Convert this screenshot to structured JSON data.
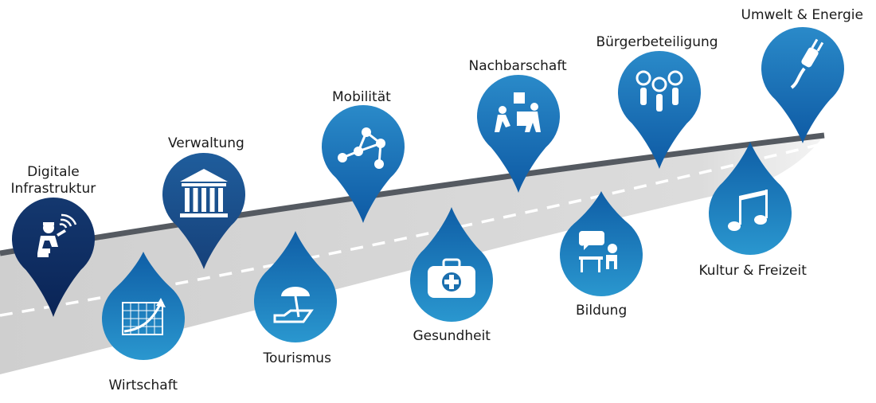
{
  "road": {
    "colors": {
      "surface": "#d0d0d0",
      "edge": "#555a61",
      "dash": "#ffffff"
    }
  },
  "colors": {
    "dark_navy": "#0c2c63",
    "navy": "#1a4e8c",
    "blue": "#1264ad",
    "teal": "#1a80bd",
    "icon": "#ffffff"
  },
  "markers": [
    {
      "id": "digitale-infrastruktur",
      "label_lines": [
        "Digitale",
        "Infrastruktur"
      ],
      "direction": "down",
      "icon": "technician-wifi-icon",
      "color": "dark_navy"
    },
    {
      "id": "wirtschaft",
      "label_lines": [
        "Wirtschaft"
      ],
      "direction": "up",
      "icon": "growth-chart-icon",
      "color": "teal"
    },
    {
      "id": "verwaltung",
      "label_lines": [
        "Verwaltung"
      ],
      "direction": "down",
      "icon": "building-columns-icon",
      "color": "navy"
    },
    {
      "id": "tourismus",
      "label_lines": [
        "Tourismus"
      ],
      "direction": "up",
      "icon": "beach-umbrella-icon",
      "color": "teal"
    },
    {
      "id": "mobilitaet",
      "label_lines": [
        "Mobilität"
      ],
      "direction": "down",
      "icon": "network-nodes-icon",
      "color": "blue"
    },
    {
      "id": "gesundheit",
      "label_lines": [
        "Gesundheit"
      ],
      "direction": "up",
      "icon": "first-aid-kit-icon",
      "color": "teal"
    },
    {
      "id": "nachbarschaft",
      "label_lines": [
        "Nachbarschaft"
      ],
      "direction": "down",
      "icon": "people-helping-icon",
      "color": "blue"
    },
    {
      "id": "bildung",
      "label_lines": [
        "Bildung"
      ],
      "direction": "up",
      "icon": "student-desk-icon",
      "color": "teal"
    },
    {
      "id": "buergerbeteiligung",
      "label_lines": [
        "Bürgerbeteiligung"
      ],
      "direction": "down",
      "icon": "participation-people-icon",
      "color": "blue"
    },
    {
      "id": "kultur-freizeit",
      "label_lines": [
        "Kultur & Freizeit"
      ],
      "direction": "up",
      "icon": "music-note-icon",
      "color": "teal"
    },
    {
      "id": "umwelt-energie",
      "label_lines": [
        "Umwelt & Energie"
      ],
      "direction": "down",
      "icon": "power-plug-icon",
      "color": "blue"
    }
  ]
}
